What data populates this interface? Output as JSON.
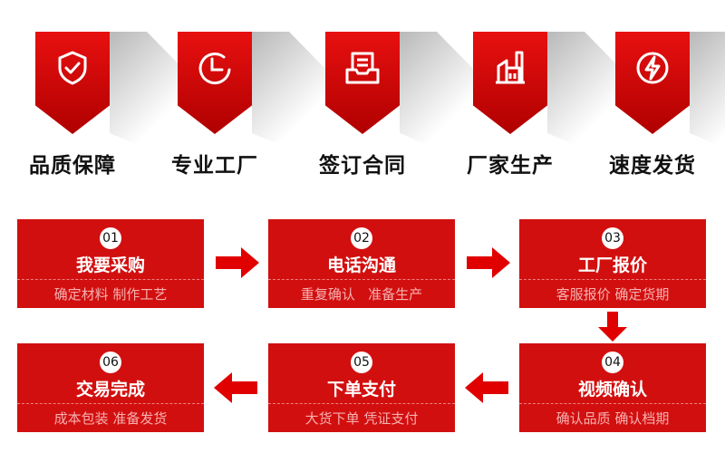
{
  "features": [
    {
      "label": "品质保障",
      "icon": "shield-check-icon"
    },
    {
      "label": "专业工厂",
      "icon": "clock-icon"
    },
    {
      "label": "签订合同",
      "icon": "contract-icon"
    },
    {
      "label": "厂家生产",
      "icon": "factory-icon"
    },
    {
      "label": "速度发货",
      "icon": "lightning-icon"
    }
  ],
  "steps": [
    {
      "num": "01",
      "title": "我要采购",
      "sub": "确定材料 制作工艺"
    },
    {
      "num": "02",
      "title": "电话沟通",
      "sub": "重复确认   准备生产"
    },
    {
      "num": "03",
      "title": "工厂报价",
      "sub": "客服报价 确定货期"
    },
    {
      "num": "04",
      "title": "视频确认",
      "sub": "确认品质 确认档期"
    },
    {
      "num": "05",
      "title": "下单支付",
      "sub": "大货下单 凭证支付"
    },
    {
      "num": "06",
      "title": "交易完成",
      "sub": "成本包装 准备发货"
    }
  ],
  "colors": {
    "accent": "#d20f0f"
  }
}
